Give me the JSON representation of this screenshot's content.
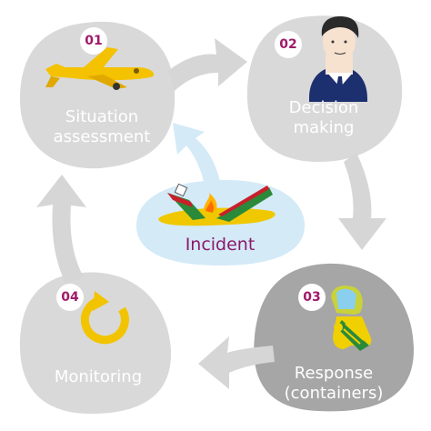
{
  "steps": [
    {
      "num": "01",
      "label_line1": "Situation",
      "label_line2": "assessment"
    },
    {
      "num": "02",
      "label_line1": "Decision",
      "label_line2": "making"
    },
    {
      "num": "03",
      "label_line1": "Response",
      "label_line2": "(containers)"
    },
    {
      "num": "04",
      "label_line1": "Monitoring",
      "label_line2": ""
    }
  ],
  "center": {
    "label": "Incident"
  },
  "colors": {
    "bubble_light": "#d9d9d9",
    "bubble_dark": "#a6a6a6",
    "arrow": "#d6d6d6",
    "number_text": "#a01a6a",
    "incident_bubble": "#d4eaf7",
    "incident_text": "#8b1a6a",
    "plane": "#f4c200",
    "ship_green": "#2a8a3a",
    "ship_red": "#c8202a",
    "oil": "#f0c800"
  },
  "icons": [
    "airplane-icon",
    "businessman-icon",
    "hazmat-worker-icon",
    "cycle-arrow-icon",
    "sinking-ship-icon"
  ]
}
